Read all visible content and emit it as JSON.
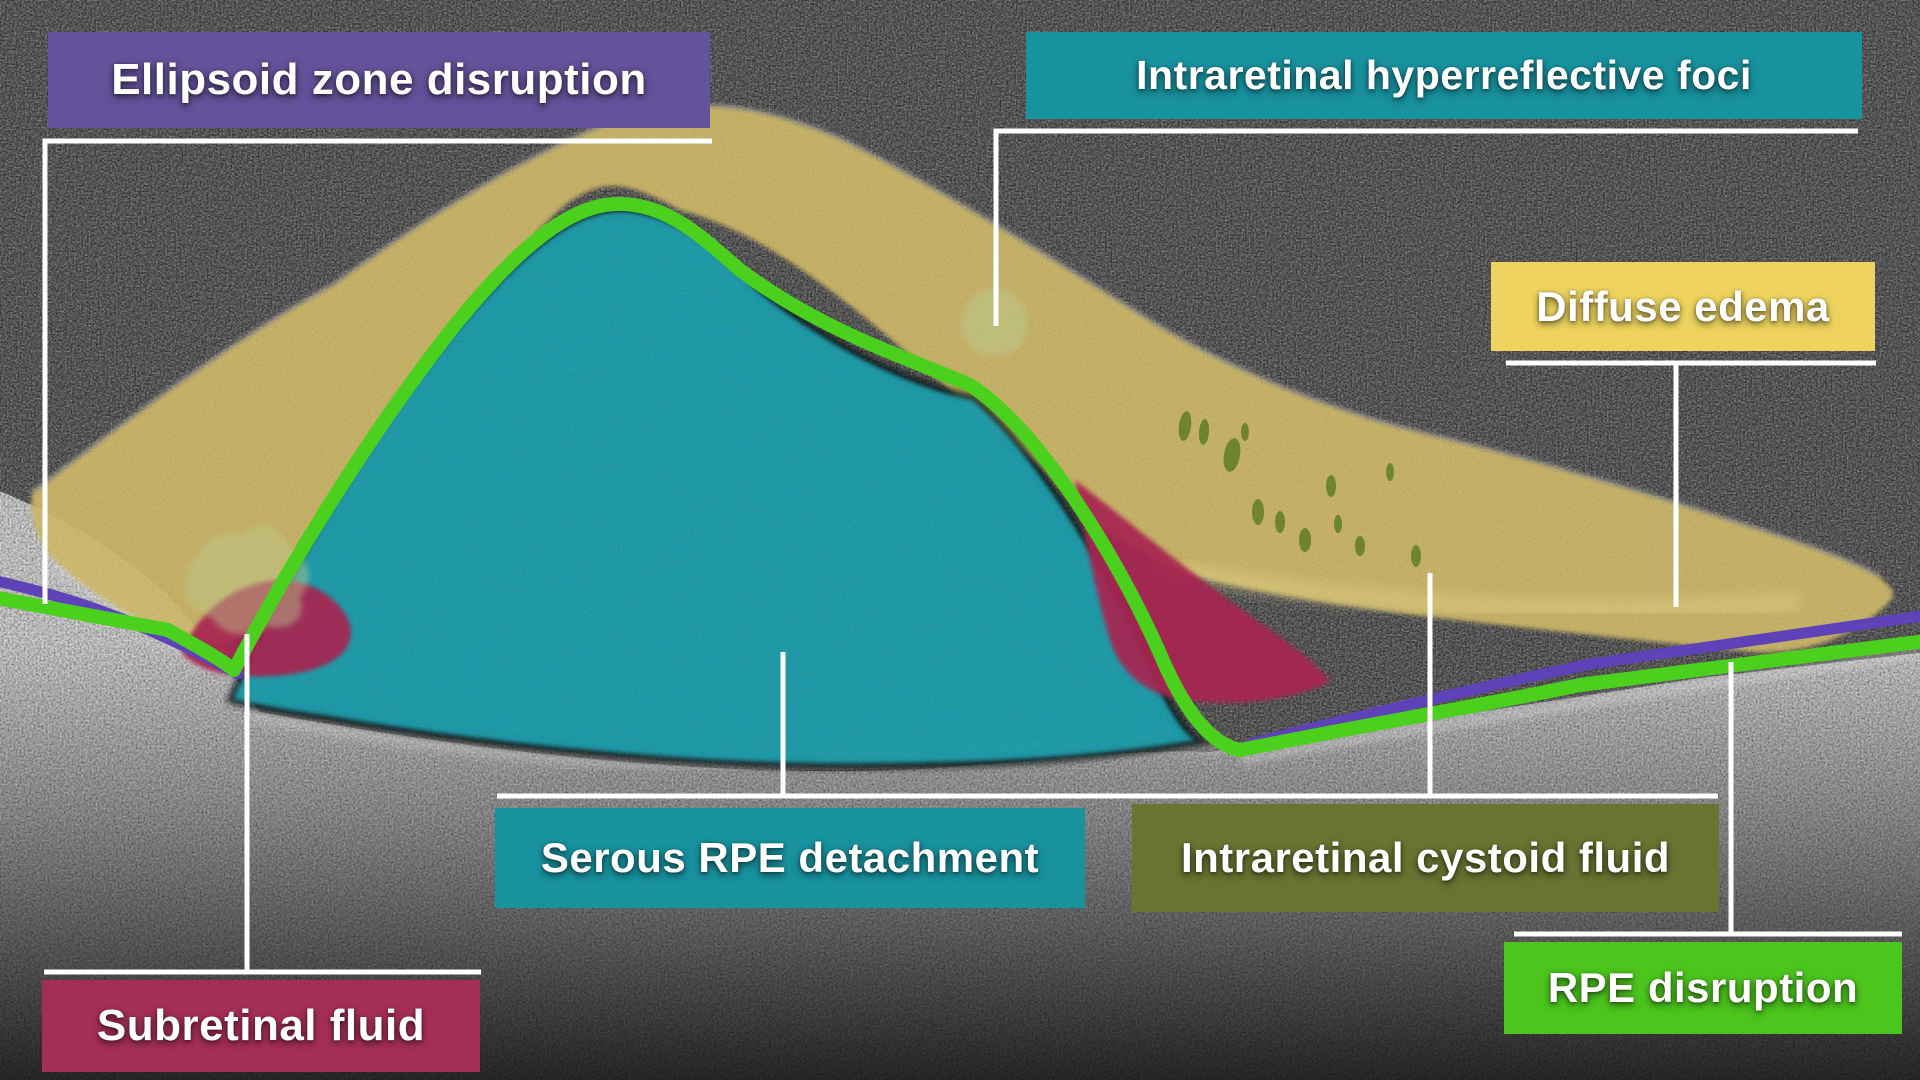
{
  "figure": {
    "kind": "annotated-oct-scan"
  },
  "annotations": {
    "ellipsoid": {
      "label": "Ellipsoid zone disruption",
      "color": "#64529a"
    },
    "foci": {
      "label": "Intraretinal hyperreflective foci",
      "color": "#18929f"
    },
    "diffuse": {
      "label": "Diffuse edema",
      "color": "#eed45f"
    },
    "serous": {
      "label": "Serous RPE detachment",
      "color": "#18929f"
    },
    "cystoid": {
      "label": "Intraretinal cystoid fluid",
      "color": "#6a7330"
    },
    "rpe": {
      "label": "RPE disruption",
      "color": "#4cc51d"
    },
    "subretinal": {
      "label": "Subretinal fluid",
      "color": "#a52e59"
    }
  },
  "overlay_colors": {
    "edema_band": "#d0ba68",
    "serous_detachment_fluid": "#1c9fae",
    "subretinal_fluid": "#ac2753",
    "rpe_line": "#4ad01d",
    "ellipsoid_zone_line": "#5e42b8",
    "hyperreflective_focus": "#bcc98a",
    "cystoid_pockets": "#5a7a23",
    "leader_lines": "#ffffff"
  }
}
